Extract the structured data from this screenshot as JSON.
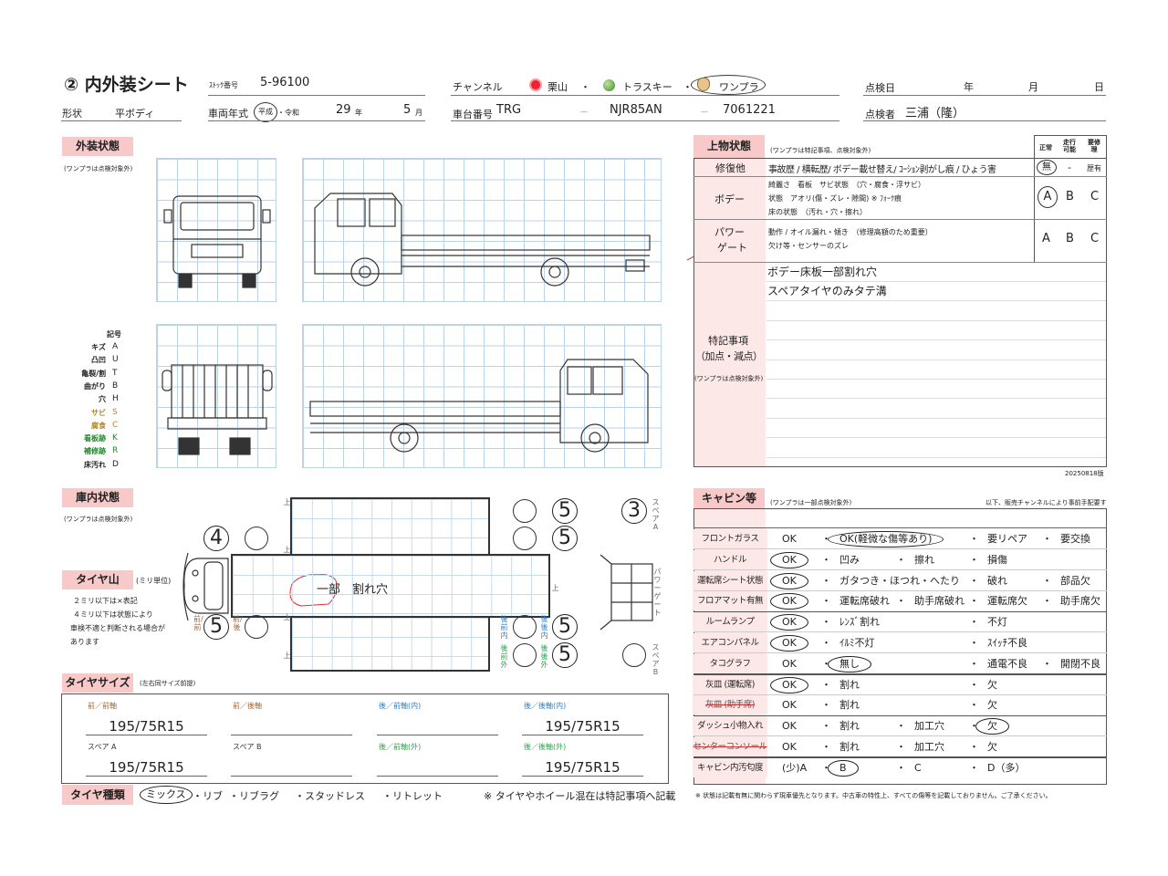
{
  "header": {
    "title": "② 内外装シート",
    "stock_label": "ｽﾄｯｸ番号",
    "stock_no": "5-96100",
    "shape_label": "形状",
    "shape": "平ボディ",
    "year_label": "車両年式",
    "era_heisei": "平成",
    "era_sep": "・令和",
    "year": "29",
    "year_unit": "年",
    "month": "5",
    "month_unit": "月",
    "channel_label": "チャンネル",
    "channels": [
      "栗山",
      "トラスキー",
      "ワンプラ"
    ],
    "channel_selected": "ワンプラ",
    "dot": "・",
    "chassis_label": "車台番号",
    "chassis_1": "TRG",
    "chassis_2": "NJR85AN",
    "chassis_3": "7061221",
    "dash": "—",
    "date_label": "点検日",
    "date_year": "年",
    "date_month": "月",
    "date_day": "日",
    "inspector_label": "点検者",
    "inspector": "三浦（隆）"
  },
  "exterior": {
    "title": "外装状態",
    "note": "(ワンプラは点検対象外)",
    "legend_title": "記号",
    "legend": [
      {
        "k": "キズ",
        "c": "A",
        "color": "#222"
      },
      {
        "k": "凸凹",
        "c": "U",
        "color": "#222"
      },
      {
        "k": "亀裂/割",
        "c": "T",
        "color": "#222"
      },
      {
        "k": "曲がり",
        "c": "B",
        "color": "#222"
      },
      {
        "k": "穴",
        "c": "H",
        "color": "#222"
      },
      {
        "k": "サビ",
        "c": "S",
        "color": "#b0862a"
      },
      {
        "k": "腐食",
        "c": "C",
        "color": "#b0862a"
      },
      {
        "k": "看板跡",
        "c": "K",
        "color": "#1f8a2a"
      },
      {
        "k": "補修跡",
        "c": "R",
        "color": "#1f8a2a"
      },
      {
        "k": "床汚れ",
        "c": "D",
        "color": "#222"
      }
    ]
  },
  "body": {
    "title": "上物状態",
    "note": "(ワンプラは特記事項、点検対象外)",
    "col_normal": "正常",
    "col_drivable": "走行可能",
    "col_repair": "要修理",
    "repair_label": "修復他",
    "repair_text": "事故歴 / 横転歴/ ボデー載せ替え/ ｺｰｼｮﾝ剥がし痕 / ひょう害",
    "repair_opts": [
      "無",
      "-",
      "歴有"
    ],
    "body_label": "ボデー",
    "body_lines": [
      "綺麗さ　看板　サビ状態　（穴・腐食・浮サビ）",
      "状態　アオリ(傷・ズレ・隙間) ※ ﾌｫｰｸ痕",
      "床の状態　（汚れ・穴・擦れ）"
    ],
    "body_opts": [
      "A",
      "B",
      "C"
    ],
    "pg_label_1": "パワー",
    "pg_label_2": "ゲート",
    "pg_lines": [
      "動作 / オイル漏れ・傾き　（修理高額のため重要）",
      "欠け等・センサーのズレ"
    ],
    "pg_opts": [
      "A",
      "B",
      "C"
    ],
    "notes_label_1": "特記事項",
    "notes_label_2": "（加点・減点）",
    "notes_note": "(ワンプラは点検対象外)",
    "notes": [
      "ボデー床板一部割れ穴",
      "スペアタイヤのみタテ溝",
      "",
      "",
      "",
      "",
      "",
      "",
      "",
      ""
    ],
    "version": "20250818版"
  },
  "cargo": {
    "title": "庫内状態",
    "note": "(ワンプラは点検対象外)",
    "up": "上",
    "damage_text": "一部　割れ穴",
    "pg": "パワーゲート",
    "spare_a": "スペアA",
    "spare_b": "スペアB",
    "rear_front_in": "後前内",
    "rear_rear_in": "後後内",
    "rear_front_out": "後前外",
    "rear_rear_out": "後後外",
    "front_front": "前/前",
    "front_rear": "前/後",
    "tread": {
      "ff_left": "4",
      "ff_right": "5",
      "rf_in_top": "5",
      "rf_out_top": "5",
      "rr_in": "5",
      "rr_out": "5",
      "spare_a": "3"
    }
  },
  "tread_depth": {
    "title": "タイヤ山",
    "unit": "(ミリ単位)",
    "lines": [
      "２ミリ以下は×表記",
      "４ミリ以下は状態により",
      "車検不適と判断される場合が",
      "あります"
    ]
  },
  "tire_size": {
    "title": "タイヤサイズ",
    "note": "(左右同サイズ前提)",
    "fields": [
      {
        "label": "前／前軸",
        "value": "195/75R15",
        "color": "#a0673a"
      },
      {
        "label": "前／後軸",
        "value": "",
        "color": "#a0673a"
      },
      {
        "label": "後／前軸(内)",
        "value": "",
        "color": "#2f7fc1"
      },
      {
        "label": "後／後軸(内)",
        "value": "195/75R15",
        "color": "#2f7fc1"
      },
      {
        "label": "スペア A",
        "value": "195/75R15",
        "color": "#333"
      },
      {
        "label": "スペア B",
        "value": "",
        "color": "#333"
      },
      {
        "label": "後／前軸(外)",
        "value": "",
        "color": "#2aa34a"
      },
      {
        "label": "後／後軸(外)",
        "value": "195/75R15",
        "color": "#2aa34a"
      }
    ]
  },
  "tire_type": {
    "title": "タイヤ種類",
    "options": [
      "ミックス",
      "リブ",
      "リブラグ",
      "スタッドレス",
      "リトレット"
    ],
    "selected": "ミックス",
    "note": "※ タイヤやホイール混在は特記事項へ記載"
  },
  "cabin": {
    "title": "キャビン等",
    "note": "(ワンプラは一部点検対象外)",
    "note_right": "以下、販売チャンネルにより事前手配要す",
    "rows": [
      {
        "label": "フロントガラス",
        "slots": [
          "OK",
          "OK(軽微な傷等あり)",
          "",
          "要リペア",
          "要交換"
        ],
        "circled": 1
      },
      {
        "label": "ハンドル",
        "slots": [
          "OK",
          "凹み",
          "擦れ",
          "損傷",
          ""
        ],
        "circled": 0
      },
      {
        "label": "運転席シート状態",
        "slots": [
          "OK",
          "ガタつき・ほつれ・へたり",
          "",
          "破れ",
          "部品欠"
        ],
        "circled": 0
      },
      {
        "label": "フロアマット有無",
        "slots": [
          "OK",
          "運転席破れ",
          "助手席破れ",
          "運転席欠",
          "助手席欠"
        ],
        "circled": 0
      },
      {
        "label": "ルームランプ",
        "slots": [
          "OK",
          "ﾚﾝｽﾞ割れ",
          "",
          "不灯",
          ""
        ],
        "circled": 0
      },
      {
        "label": "エアコンパネル",
        "slots": [
          "OK",
          "ｲﾙﾐ不灯",
          "",
          "ｽｲｯﾁ不良",
          ""
        ],
        "circled": 0
      },
      {
        "label": "タコグラフ",
        "slots": [
          "OK",
          "無し",
          "",
          "通電不良",
          "開閉不良"
        ],
        "circled": 1
      },
      {
        "label": "灰皿 (運転席)",
        "slots": [
          "OK",
          "割れ",
          "",
          "欠",
          ""
        ],
        "circled": 0
      },
      {
        "label": "灰皿 (助手席)",
        "slots": [
          "OK",
          "割れ",
          "",
          "欠",
          ""
        ],
        "circled": -1,
        "struck": true
      },
      {
        "label": "ダッシュ小物入れ",
        "slots": [
          "OK",
          "割れ",
          "加工穴",
          "欠",
          ""
        ],
        "circled": 3
      },
      {
        "label": "センターコンソール",
        "slots": [
          "OK",
          "割れ",
          "加工穴",
          "欠",
          ""
        ],
        "circled": -1,
        "struck": true
      },
      {
        "label": "キャビン内汚匂度",
        "slots": [
          "(少)A",
          "B",
          "C",
          "D（多）",
          ""
        ],
        "circled": 1
      }
    ],
    "footnote": "※ 状態は記載有無に関わらず現車優先となります。中古車の特性上、すべての傷等を記載しておりません。ご了承ください。"
  }
}
